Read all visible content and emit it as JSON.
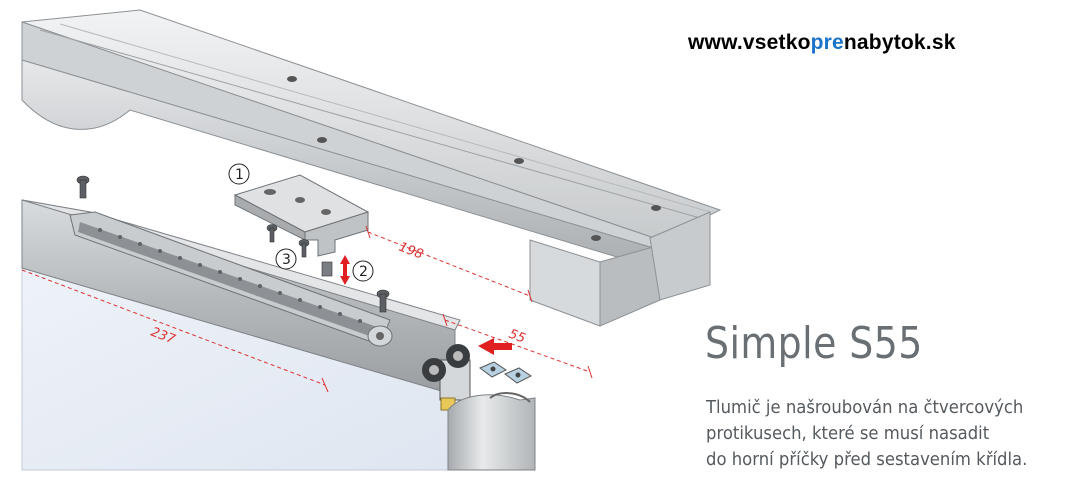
{
  "website": {
    "prefix": "www.vsetko",
    "accent": "pre",
    "suffix": "nabytok.sk",
    "accent_color": "#1a73c9"
  },
  "product_title": "Simple S55",
  "description_lines": [
    "Tlumič je našroubován na čtvercových",
    "protikusech, které se musí nasadit",
    "do horní příčky před sestavením křídla."
  ],
  "dimensions": {
    "d198": "198",
    "d237": "237",
    "d55": "55"
  },
  "steps": {
    "s1": "1",
    "s2": "2",
    "s3": "3"
  },
  "colors": {
    "dimension_red": "#d33333",
    "title_gray": "#6a6f73"
  }
}
